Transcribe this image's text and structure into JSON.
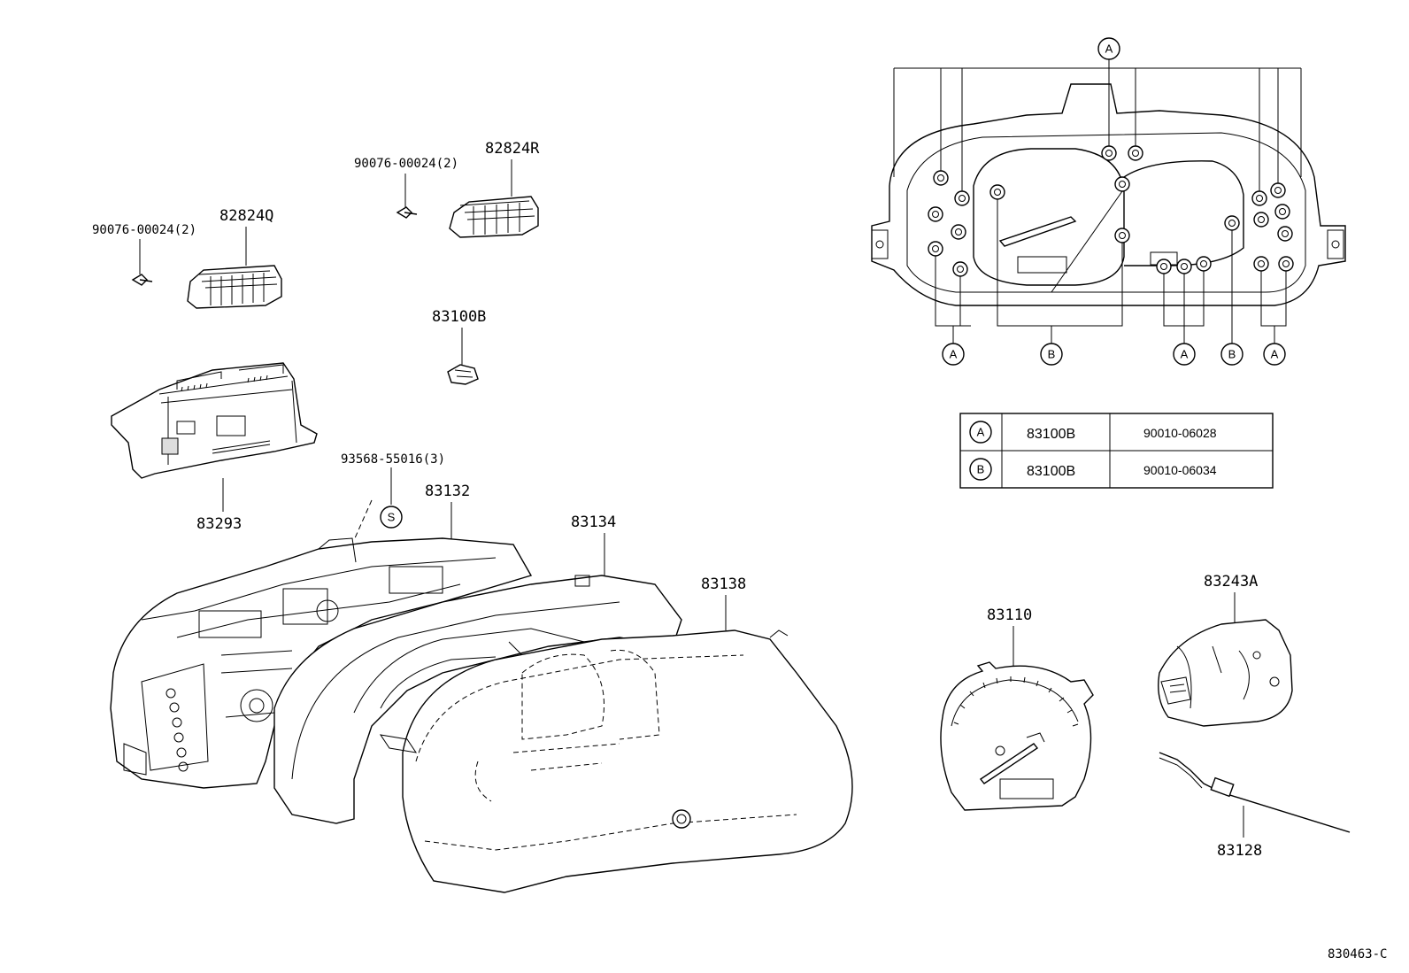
{
  "parts": {
    "p82824Q": "82824Q",
    "p82824R": "82824R",
    "p90076_left": "90076-00024(2)",
    "p90076_top": "90076-00024(2)",
    "p83100B": "83100B",
    "p83293": "83293",
    "p93568": "93568-55016(3)",
    "p83132": "83132",
    "p83134": "83134",
    "p83138": "83138",
    "p83110": "83110",
    "p83243A": "83243A",
    "p83128": "83128"
  },
  "callouts": {
    "a": "A",
    "b": "B",
    "s": "S"
  },
  "legend_table": {
    "rows": [
      {
        "key": "A",
        "part": "83100B",
        "number": "90010-06028"
      },
      {
        "key": "B",
        "part": "83100B",
        "number": "90010-06034"
      }
    ]
  },
  "illustration_code": "830463-C"
}
